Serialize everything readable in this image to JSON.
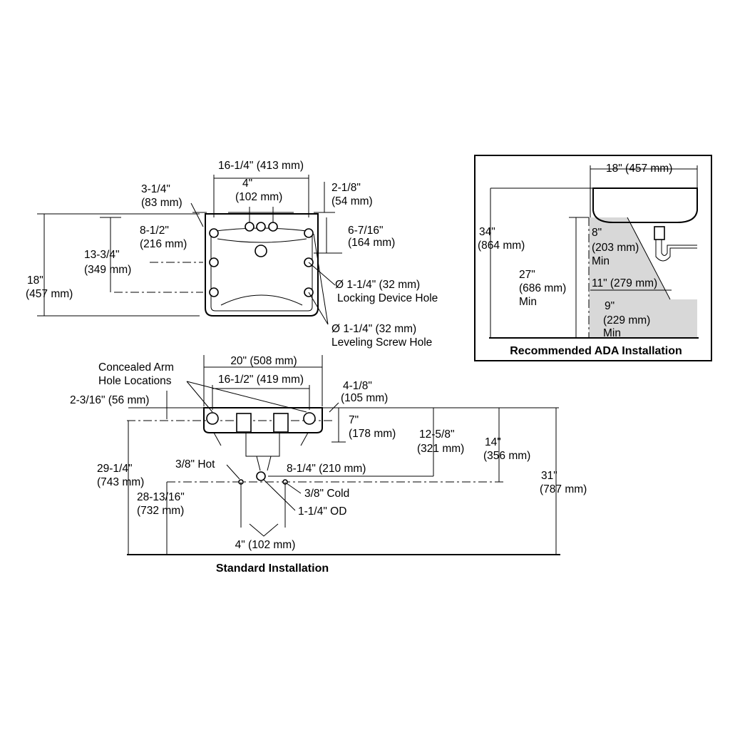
{
  "top_view": {
    "overall_width": "16-1/4\" (413 mm)",
    "faucet_spread_in": "4\"",
    "faucet_spread_mm": "(102 mm)",
    "top_to_hole_in": "2-1/8\"",
    "top_to_hole_mm": "(54 mm)",
    "side_offset_in": "3-1/4\"",
    "side_offset_mm": "(83 mm)",
    "arm_depth_in": "8-1/2\"",
    "arm_depth_mm": "(216 mm)",
    "drain_depth_in": "6-7/16\"",
    "drain_depth_mm": "(164 mm)",
    "level_depth_in": "13-3/4\"",
    "level_depth_mm": "(349 mm)",
    "overall_depth_in": "18\"",
    "overall_depth_mm": "(457 mm)",
    "locking_hole_size": "Ø 1-1/4\" (32 mm)",
    "locking_hole_label": "Locking Device Hole",
    "leveling_hole_size": "Ø 1-1/4\" (32 mm)",
    "leveling_hole_label": "Leveling Screw Hole"
  },
  "front_view": {
    "concealed_arm_1": "Concealed Arm",
    "concealed_arm_2": "Hole Locations",
    "width_20": "20\" (508 mm)",
    "width_16": "16-1/2\" (419 mm)",
    "rim_offset": "2-3/16\" (56 mm)",
    "side_in": "4-1/8\"",
    "side_mm": "(105 mm)",
    "bowl_in": "7\"",
    "bowl_mm": "(178 mm)",
    "supply_in": "12-5/8\"",
    "supply_mm": "(321 mm)",
    "drain_in": "14\"",
    "drain_mm": "(356 mm)",
    "rim_height_in": "31\"",
    "rim_height_mm": "(787 mm)",
    "arm_height_in": "29-1/4\"",
    "arm_height_mm": "(743 mm)",
    "supply_height_in": "28-13/16\"",
    "supply_height_mm": "(732 mm)",
    "hot": "3/8\" Hot",
    "cold": "3/8\" Cold",
    "od": "1-1/4\" OD",
    "center_offset": "8-1/4\" (210 mm)",
    "supply_spread": "4\" (102 mm)",
    "caption": "Standard Installation"
  },
  "ada": {
    "depth": "18\" (457 mm)",
    "rim_in": "34\"",
    "rim_mm": "(864 mm)",
    "knee_in": "27\"",
    "knee_mm": "(686 mm)",
    "knee_min": "Min",
    "depth8_in": "8\"",
    "depth8_mm": "(203 mm)",
    "depth8_min": "Min",
    "depth11": "11\" (279 mm)",
    "toe_in": "9\"",
    "toe_mm": "(229 mm)",
    "toe_min": "Min",
    "caption": "Recommended ADA Installation"
  }
}
